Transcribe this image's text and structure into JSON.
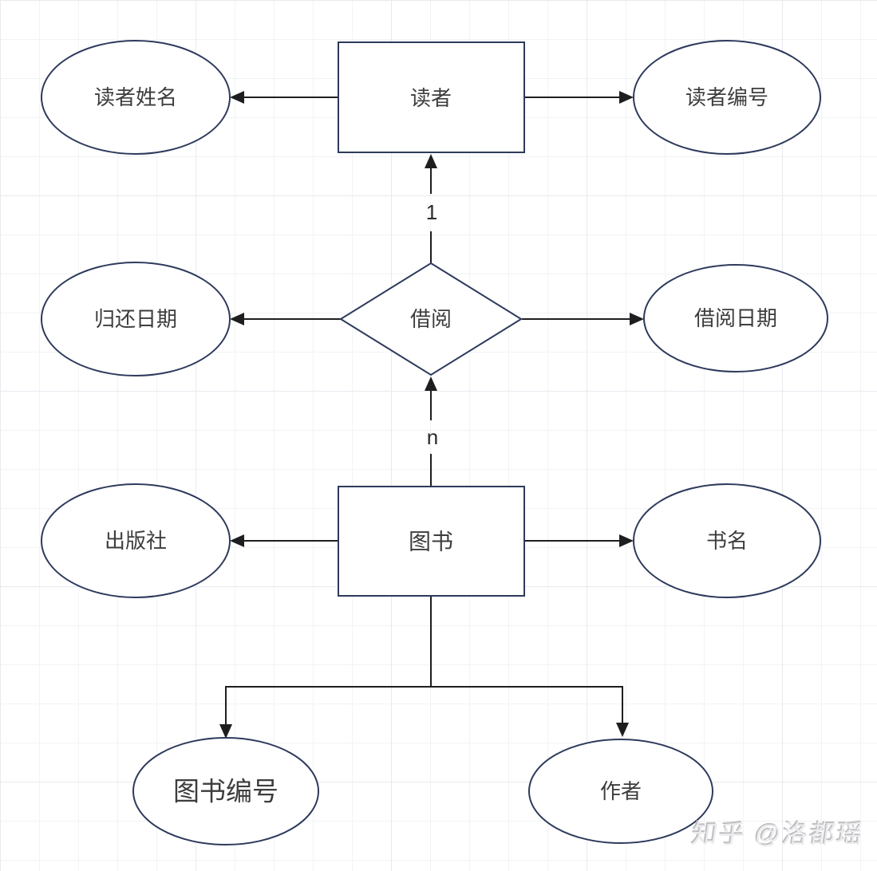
{
  "diagram": {
    "type": "er-diagram",
    "entities": [
      {
        "id": "reader",
        "label": "读者"
      },
      {
        "id": "book",
        "label": "图书"
      }
    ],
    "relationship": {
      "id": "borrow",
      "label": "借阅"
    },
    "attributes": [
      {
        "id": "reader-name",
        "label": "读者姓名",
        "owner": "读者"
      },
      {
        "id": "reader-id",
        "label": "读者编号",
        "owner": "读者"
      },
      {
        "id": "return-date",
        "label": "归还日期",
        "owner": "借阅"
      },
      {
        "id": "borrow-date",
        "label": "借阅日期",
        "owner": "借阅"
      },
      {
        "id": "publisher",
        "label": "出版社",
        "owner": "图书"
      },
      {
        "id": "book-title",
        "label": "书名",
        "owner": "图书"
      },
      {
        "id": "book-id",
        "label": "图书编号",
        "owner": "图书"
      },
      {
        "id": "author",
        "label": "作者",
        "owner": "图书"
      }
    ],
    "edges": [
      {
        "from": "读者",
        "to": "读者姓名",
        "label": ""
      },
      {
        "from": "读者",
        "to": "读者编号",
        "label": ""
      },
      {
        "from": "借阅",
        "to": "读者",
        "label": "1"
      },
      {
        "from": "借阅",
        "to": "归还日期",
        "label": ""
      },
      {
        "from": "借阅",
        "to": "借阅日期",
        "label": ""
      },
      {
        "from": "图书",
        "to": "借阅",
        "label": "n"
      },
      {
        "from": "图书",
        "to": "出版社",
        "label": ""
      },
      {
        "from": "图书",
        "to": "书名",
        "label": ""
      },
      {
        "from": "图书",
        "to": "图书编号",
        "label": ""
      },
      {
        "from": "图书",
        "to": "作者",
        "label": ""
      }
    ],
    "colors": {
      "shape_stroke": "#2e3a5c",
      "connector": "#1e1e20",
      "label_text": "#3d3d3d",
      "grid_line": "#f1f3f5",
      "watermark": "#bfbfc2"
    }
  },
  "watermark": {
    "text": "知乎 @洛都瑶"
  }
}
